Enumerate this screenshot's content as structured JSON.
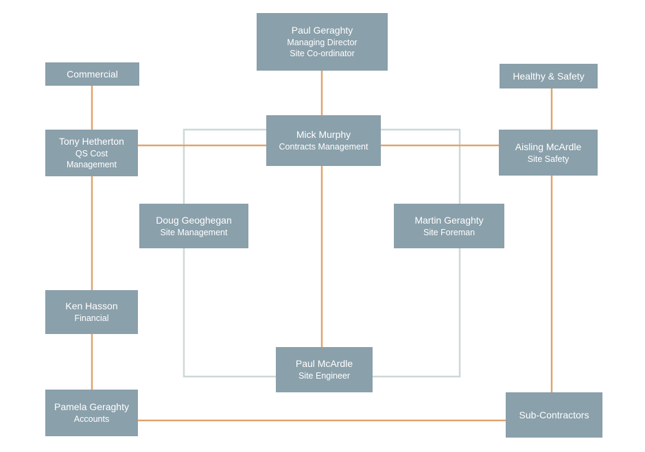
{
  "colors": {
    "box_fill": "#8aa0ab",
    "box_text": "#ffffff",
    "connector": "#e0a46e",
    "frame": "#cdd8d8"
  },
  "nodes": {
    "paul_geraghty": {
      "name": "Paul Geraghty",
      "roles": [
        "Managing Director",
        "Site Co-ordinator"
      ]
    },
    "commercial": {
      "name": "Commercial"
    },
    "health_safety": {
      "name": "Healthy & Safety"
    },
    "tony_hetherton": {
      "name": "Tony Hetherton",
      "roles": [
        "QS Cost",
        "Management"
      ]
    },
    "mick_murphy": {
      "name": "Mick Murphy",
      "roles": [
        "Contracts Management"
      ]
    },
    "aisling_mcardle": {
      "name": "Aisling McArdle",
      "roles": [
        "Site Safety"
      ]
    },
    "doug_geoghegan": {
      "name": "Doug Geoghegan",
      "roles": [
        "Site Management"
      ]
    },
    "martin_geraghty": {
      "name": "Martin Geraghty",
      "roles": [
        "Site Foreman"
      ]
    },
    "ken_hasson": {
      "name": "Ken Hasson",
      "roles": [
        "Financial"
      ]
    },
    "paul_mcardle": {
      "name": "Paul McArdle",
      "roles": [
        "Site Engineer"
      ]
    },
    "pamela_geraghty": {
      "name": "Pamela Geraghty",
      "roles": [
        "Accounts"
      ]
    },
    "sub_contractors": {
      "name": "Sub-Contractors"
    }
  },
  "connections": [
    [
      "paul_geraghty",
      "mick_murphy"
    ],
    [
      "commercial",
      "tony_hetherton"
    ],
    [
      "health_safety",
      "aisling_mcardle"
    ],
    [
      "tony_hetherton",
      "mick_murphy"
    ],
    [
      "mick_murphy",
      "aisling_mcardle"
    ],
    [
      "mick_murphy",
      "paul_mcardle"
    ],
    [
      "tony_hetherton",
      "ken_hasson"
    ],
    [
      "ken_hasson",
      "pamela_geraghty"
    ],
    [
      "aisling_mcardle",
      "sub_contractors"
    ],
    [
      "pamela_geraghty",
      "sub_contractors"
    ]
  ]
}
